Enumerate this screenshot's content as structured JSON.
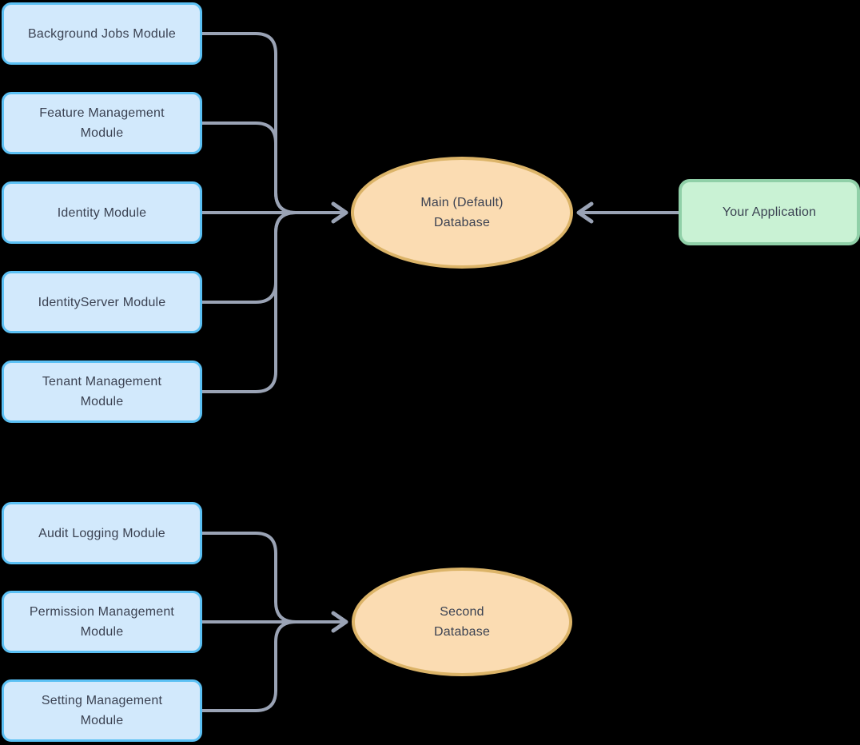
{
  "colors": {
    "background": "#000000",
    "module_fill": "#d2e9fc",
    "module_border": "#5bc0f4",
    "database_fill": "#fbdcb2",
    "database_border": "#dcb468",
    "application_fill": "#c9f2d4",
    "application_border": "#90d0a8",
    "connector": "#9aa3b5",
    "text": "#3b4252"
  },
  "top_group": {
    "modules": [
      {
        "label": "Background Jobs Module"
      },
      {
        "label": "Feature Management\nModule"
      },
      {
        "label": "Identity Module"
      },
      {
        "label": "IdentityServer Module"
      },
      {
        "label": "Tenant Management\nModule"
      }
    ],
    "database": {
      "label": "Main (Default)\nDatabase"
    },
    "application": {
      "label": "Your Application"
    },
    "edges": [
      "Background Jobs Module -> Main (Default) Database",
      "Feature Management Module -> Main (Default) Database",
      "Identity Module -> Main (Default) Database",
      "IdentityServer Module -> Main (Default) Database",
      "Tenant Management Module -> Main (Default) Database",
      "Your Application -> Main (Default) Database"
    ]
  },
  "bottom_group": {
    "modules": [
      {
        "label": "Audit Logging Module"
      },
      {
        "label": "Permission Management\nModule"
      },
      {
        "label": "Setting Management\nModule"
      }
    ],
    "database": {
      "label": "Second\nDatabase"
    },
    "edges": [
      "Audit Logging Module -> Second Database",
      "Permission Management Module -> Second Database",
      "Setting Management Module -> Second Database"
    ]
  }
}
